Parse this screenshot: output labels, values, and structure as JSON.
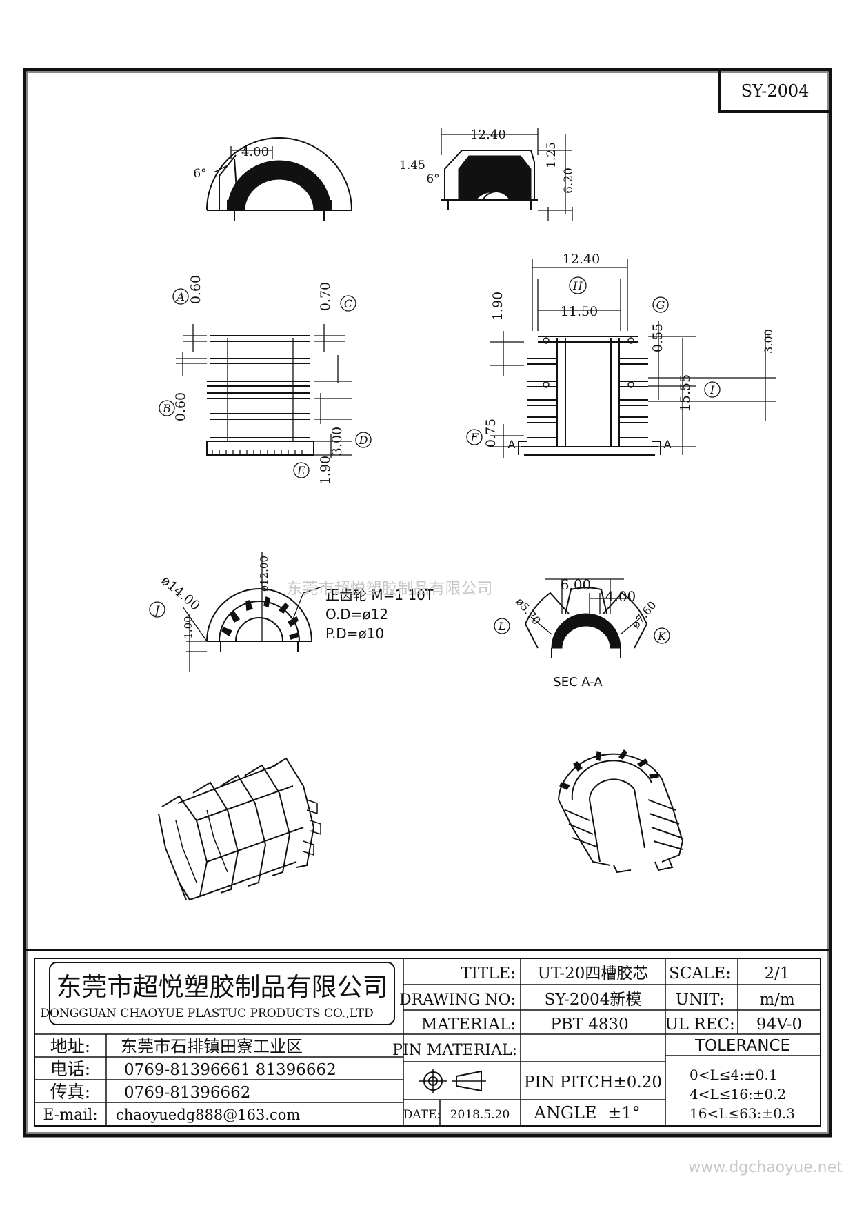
{
  "drawing_code": "SY-2004",
  "watermark": "东莞市超悦塑胶制品有限公司",
  "website": "www.dgchaoyue.net",
  "dimensions": {
    "top_left_width": "4.00",
    "top_left_angle": "6°",
    "top_right_width": "12.40",
    "top_right_1_45": "1.45",
    "top_right_angle": "6°",
    "top_right_1_25": "1.25",
    "top_right_6_20": "6.20",
    "side_a_val": "0.60",
    "side_b_val": "0.60",
    "side_c_val": "0.70",
    "side_d_val": "3.00",
    "side_e_val": "1.90",
    "front_width_outer": "12.40",
    "front_width_inner": "11.50",
    "front_1_90": "1.90",
    "front_g_val": "0.55",
    "front_3_00": "3.00",
    "front_i_val": "15.55",
    "front_f_val": "0.75",
    "section_a": "A",
    "bottom_j_dia": "ø14.00",
    "bottom_1_00": "1.00",
    "bottom_12_dia": "ø12.00",
    "gear_line1": "正齿轮 M=1 10T",
    "gear_line2": "O.D=ø12",
    "gear_line3": "P.D=ø10",
    "sec_6_00": "6.00",
    "sec_4_00": "4.00",
    "sec_l_dia": "ø5.70",
    "sec_k_dia": "ø7.60",
    "sec_label": "SEC A-A"
  },
  "callouts": {
    "A": "A",
    "B": "B",
    "C": "C",
    "D": "D",
    "E": "E",
    "F": "F",
    "G": "G",
    "H": "H",
    "I": "I",
    "J": "J",
    "K": "K",
    "L": "L"
  },
  "title_block": {
    "company_cn": "东莞市超悦塑胶制品有限公司",
    "company_en": "DONGGUAN CHAOYUE PLASTUC PRODUCTS CO.,LTD",
    "address_label": "地址:",
    "address_value": "东莞市石排镇田寮工业区",
    "phone_label": "电话:",
    "phone_value": "0769-81396661   81396662",
    "fax_label": "传真:",
    "fax_value": "0769-81396662",
    "email_label": "E-mail:",
    "email_value": "chaoyuedg888@163.com",
    "title_label": "TITLE:",
    "title_value": "UT-20四槽胶芯",
    "drawing_no_label": "DRAWING NO:",
    "drawing_no_value": "SY-2004新模",
    "material_label": "MATERIAL:",
    "material_value": "PBT 4830",
    "pin_material_label": "PIN MATERIAL:",
    "pin_material_value": "",
    "date_label": "DATE:",
    "date_value": "2018.5.20",
    "pin_pitch": "PIN PITCH±0.20",
    "angle_label": "ANGLE",
    "angle_value": "±1°",
    "scale_label": "SCALE:",
    "scale_value": "2/1",
    "unit_label": "UNIT:",
    "unit_value": "m/m",
    "ul_label": "UL REC:",
    "ul_value": "94V-0",
    "tolerance_label": "TOLERANCE",
    "tolerance_1": "0<L≤4:±0.1",
    "tolerance_2": "4<L≤16:±0.2",
    "tolerance_3": "16<L≤63:±0.3"
  }
}
